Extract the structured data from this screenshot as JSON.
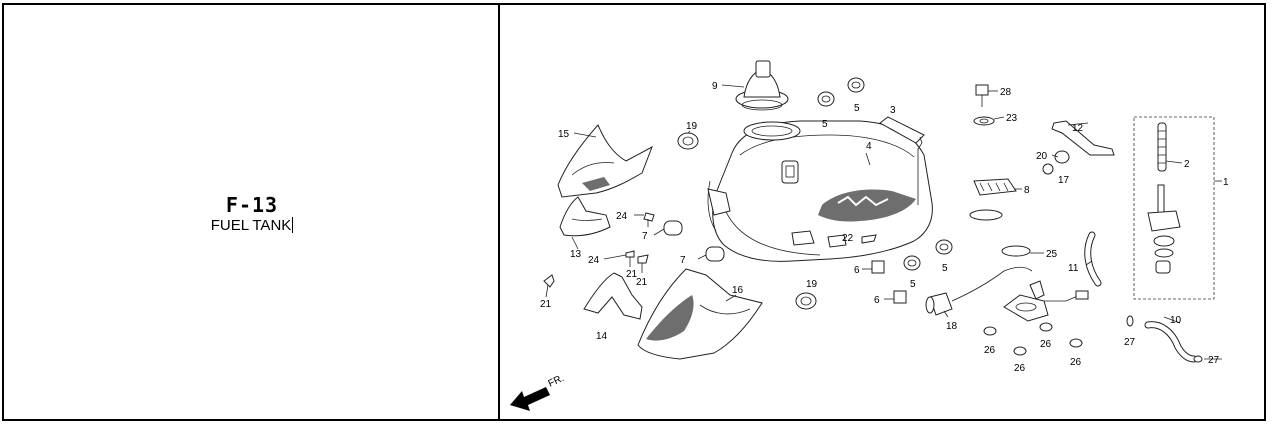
{
  "header": {
    "code": "F-13",
    "name": "FUEL TANK"
  },
  "diagram": {
    "direction_label": "FR.",
    "callouts": [
      "1",
      "2",
      "3",
      "4",
      "5",
      "5",
      "5",
      "5",
      "6",
      "6",
      "7",
      "7",
      "8",
      "9",
      "10",
      "11",
      "12",
      "13",
      "14",
      "15",
      "16",
      "17",
      "18",
      "19",
      "19",
      "20",
      "21",
      "21",
      "21",
      "22",
      "23",
      "24",
      "24",
      "25",
      "26",
      "26",
      "26",
      "26",
      "27",
      "27",
      "28"
    ]
  }
}
